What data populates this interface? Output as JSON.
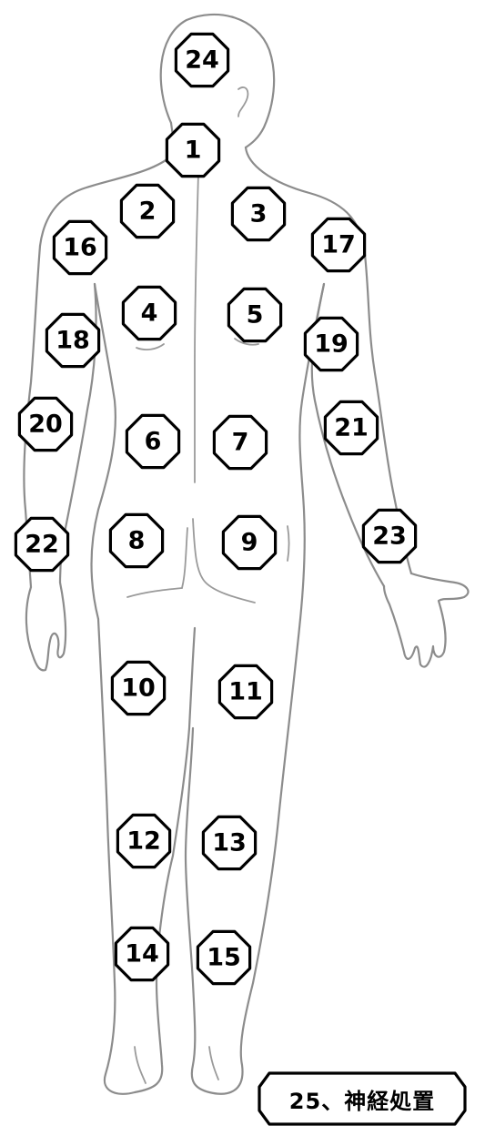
{
  "markers": [
    {
      "id": 1,
      "label": "1"
    },
    {
      "id": 2,
      "label": "2"
    },
    {
      "id": 3,
      "label": "3"
    },
    {
      "id": 4,
      "label": "4"
    },
    {
      "id": 5,
      "label": "5"
    },
    {
      "id": 6,
      "label": "6"
    },
    {
      "id": 7,
      "label": "7"
    },
    {
      "id": 8,
      "label": "8"
    },
    {
      "id": 9,
      "label": "9"
    },
    {
      "id": 10,
      "label": "10"
    },
    {
      "id": 11,
      "label": "11"
    },
    {
      "id": 12,
      "label": "12"
    },
    {
      "id": 13,
      "label": "13"
    },
    {
      "id": 14,
      "label": "14"
    },
    {
      "id": 15,
      "label": "15"
    },
    {
      "id": 16,
      "label": "16"
    },
    {
      "id": 17,
      "label": "17"
    },
    {
      "id": 18,
      "label": "18"
    },
    {
      "id": 19,
      "label": "19"
    },
    {
      "id": 20,
      "label": "20"
    },
    {
      "id": 21,
      "label": "21"
    },
    {
      "id": 22,
      "label": "22"
    },
    {
      "id": 23,
      "label": "23"
    },
    {
      "id": 24,
      "label": "24"
    }
  ],
  "nerve_treatment": {
    "label": "25、神経処置"
  }
}
